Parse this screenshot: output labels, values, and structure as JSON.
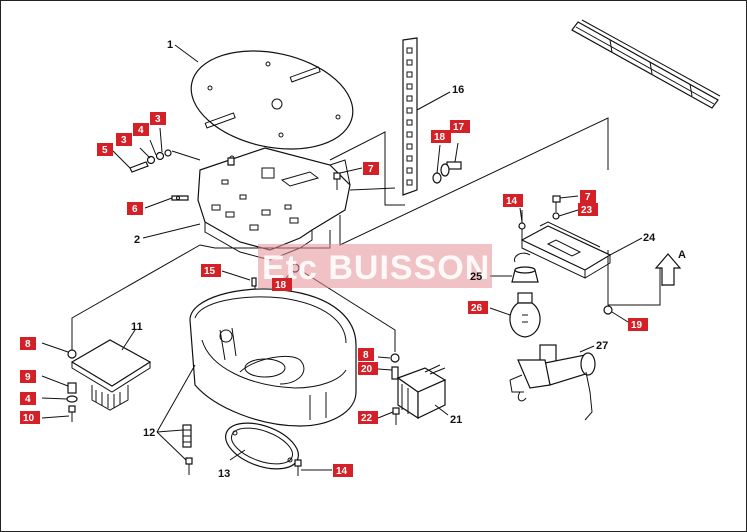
{
  "watermark": "Etc BUISSON",
  "direction_label": "A",
  "callouts": {
    "c1": "1",
    "c2": "2",
    "c3a": "3",
    "c3b": "3",
    "c4a": "4",
    "c5": "5",
    "c6": "6",
    "c7a": "7",
    "c7b": "7",
    "c8a": "8",
    "c8b": "8",
    "c9": "9",
    "c4b": "4",
    "c10": "10",
    "c11": "11",
    "c12": "12",
    "c13": "13",
    "c14a": "14",
    "c14b": "14",
    "c15": "15",
    "c16": "16",
    "c17": "17",
    "c18a": "18",
    "c18b": "18",
    "c19": "19",
    "c20": "20",
    "c21": "21",
    "c22": "22",
    "c23": "23",
    "c24": "24",
    "c25": "25",
    "c26": "26",
    "c27": "27"
  }
}
